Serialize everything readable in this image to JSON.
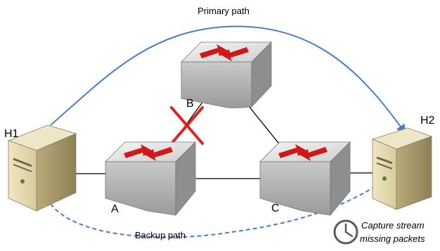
{
  "paths": {
    "primary_label": "Primary path",
    "backup_label": "Backup path"
  },
  "hosts": {
    "h1": "H1",
    "h2": "H2"
  },
  "switches": {
    "a": "A",
    "b": "B",
    "c": "C"
  },
  "note": {
    "line1": "Capture stream",
    "line2": "missing packets",
    "icon": "clock-icon"
  },
  "colors": {
    "path_blue": "#4a7cc9",
    "failure_red": "#e02020",
    "arrow_red": "#d11818"
  }
}
